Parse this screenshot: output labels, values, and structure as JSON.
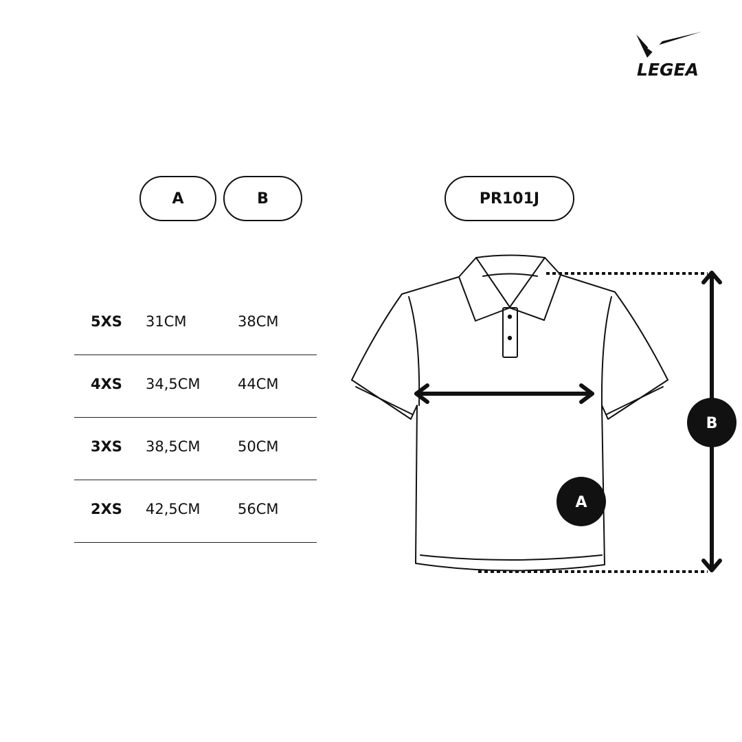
{
  "brand": {
    "name": "LEGEA"
  },
  "headers": {
    "col_a": "A",
    "col_b": "B",
    "product_code": "PR101J"
  },
  "sizes": [
    {
      "size": "5XS",
      "a": "31CM",
      "b": "38CM"
    },
    {
      "size": "4XS",
      "a": "34,5CM",
      "b": "44CM"
    },
    {
      "size": "3XS",
      "a": "38,5CM",
      "b": "50CM"
    },
    {
      "size": "2XS",
      "a": "42,5CM",
      "b": "56CM"
    }
  ],
  "diagram": {
    "label_a": "A",
    "label_b": "B"
  },
  "colors": {
    "ink": "#111111",
    "background": "#ffffff"
  }
}
